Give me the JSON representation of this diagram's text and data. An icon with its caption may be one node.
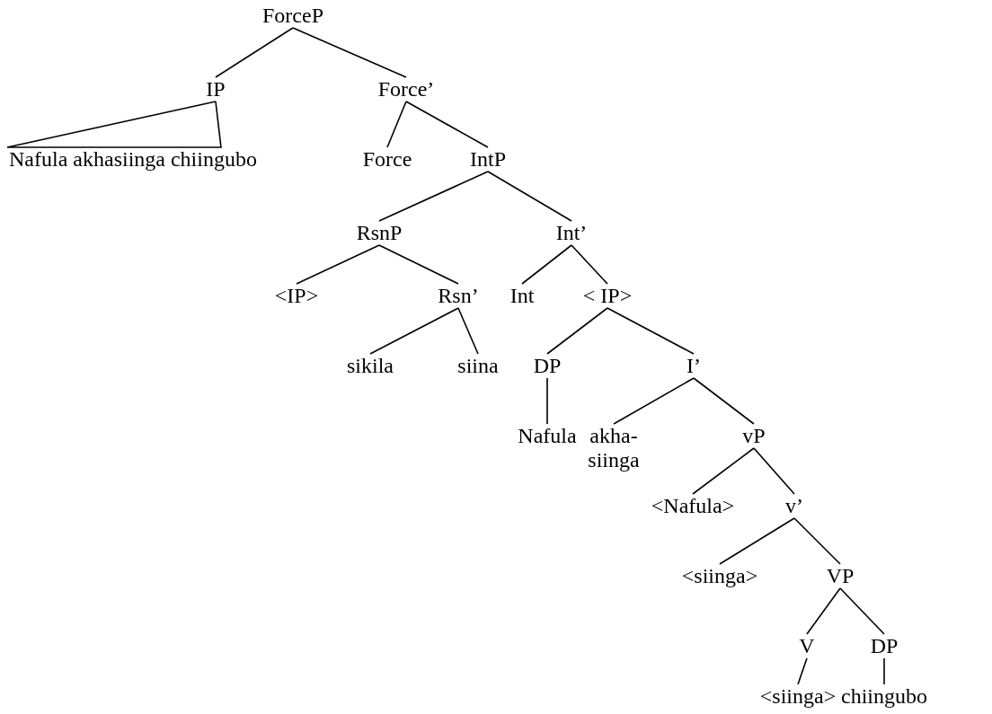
{
  "diagram": {
    "nodes": [
      {
        "text": [
          "ForceP"
        ]
      },
      {
        "text": [
          "IP"
        ]
      },
      {
        "text": [
          "Force’"
        ]
      },
      {
        "text": [
          "Nafula akhasiinga chiingubo"
        ]
      },
      {
        "text": [
          "Force"
        ]
      },
      {
        "text": [
          "IntP"
        ]
      },
      {
        "text": [
          "RsnP"
        ]
      },
      {
        "text": [
          "Int’"
        ]
      },
      {
        "text": [
          "<IP>"
        ]
      },
      {
        "text": [
          "Rsn’"
        ]
      },
      {
        "text": [
          "Int"
        ]
      },
      {
        "text": [
          "< IP>"
        ]
      },
      {
        "text": [
          "sikila"
        ]
      },
      {
        "text": [
          "siina"
        ]
      },
      {
        "text": [
          "DP"
        ]
      },
      {
        "text": [
          "I’"
        ]
      },
      {
        "text": [
          "Nafula"
        ]
      },
      {
        "text": [
          "akha- siinga"
        ]
      },
      {
        "text": [
          "vP"
        ]
      },
      {
        "text": [
          "<Nafula>"
        ]
      },
      {
        "text": [
          "v’"
        ]
      },
      {
        "text": [
          "<siinga>"
        ]
      },
      {
        "text": [
          "VP"
        ]
      },
      {
        "text": [
          "V"
        ]
      },
      {
        "text": [
          "DP"
        ]
      },
      {
        "text": [
          "<siinga>"
        ]
      },
      {
        "text": [
          "chiingubo"
        ]
      }
    ],
    "edges": [
      {
        "from": 0,
        "to": 1,
        "arrow": "none"
      },
      {
        "from": 0,
        "to": 2,
        "arrow": "none"
      },
      {
        "from": 1,
        "to": 3,
        "arrow": "none"
      },
      {
        "from": 2,
        "to": 4,
        "arrow": "none"
      },
      {
        "from": 2,
        "to": 5,
        "arrow": "none"
      },
      {
        "from": 5,
        "to": 6,
        "arrow": "none"
      },
      {
        "from": 5,
        "to": 7,
        "arrow": "none"
      },
      {
        "from": 6,
        "to": 8,
        "arrow": "none"
      },
      {
        "from": 6,
        "to": 9,
        "arrow": "none"
      },
      {
        "from": 7,
        "to": 10,
        "arrow": "none"
      },
      {
        "from": 7,
        "to": 11,
        "arrow": "none"
      },
      {
        "from": 9,
        "to": 12,
        "arrow": "none"
      },
      {
        "from": 9,
        "to": 13,
        "arrow": "none"
      },
      {
        "from": 11,
        "to": 14,
        "arrow": "none"
      },
      {
        "from": 11,
        "to": 15,
        "arrow": "none"
      },
      {
        "from": 14,
        "to": 16,
        "arrow": "none"
      },
      {
        "from": 15,
        "to": 17,
        "arrow": "none"
      },
      {
        "from": 15,
        "to": 18,
        "arrow": "none"
      },
      {
        "from": 18,
        "to": 19,
        "arrow": "none"
      },
      {
        "from": 18,
        "to": 20,
        "arrow": "none"
      },
      {
        "from": 20,
        "to": 21,
        "arrow": "none"
      },
      {
        "from": 20,
        "to": 22,
        "arrow": "none"
      },
      {
        "from": 22,
        "to": 23,
        "arrow": "none"
      },
      {
        "from": 22,
        "to": 24,
        "arrow": "none"
      },
      {
        "from": 23,
        "to": 25,
        "arrow": "none"
      },
      {
        "from": 24,
        "to": 26,
        "arrow": "none"
      }
    ]
  }
}
